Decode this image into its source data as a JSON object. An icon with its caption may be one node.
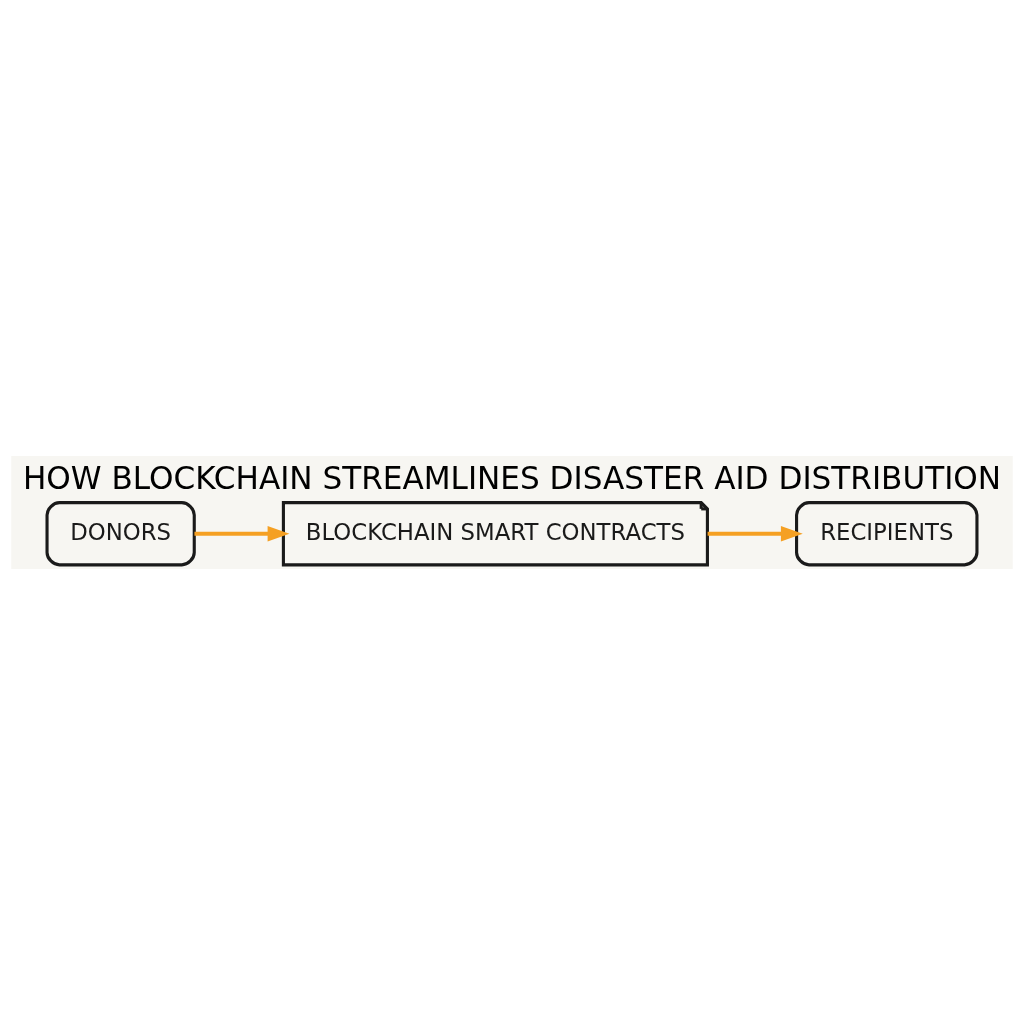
{
  "diagram": {
    "title": "HOW BLOCKCHAIN STREAMLINES DISASTER AID DISTRIBUTION",
    "nodes": [
      {
        "text": [
          "DONORS"
        ]
      },
      {
        "text": [
          "BLOCKCHAIN SMART CONTRACTS"
        ]
      },
      {
        "text": [
          "RECIPIENTS"
        ]
      }
    ],
    "edges": [
      {
        "from": 0,
        "to": 1,
        "arrow": "to"
      },
      {
        "from": 1,
        "to": 2,
        "arrow": "to"
      }
    ]
  }
}
